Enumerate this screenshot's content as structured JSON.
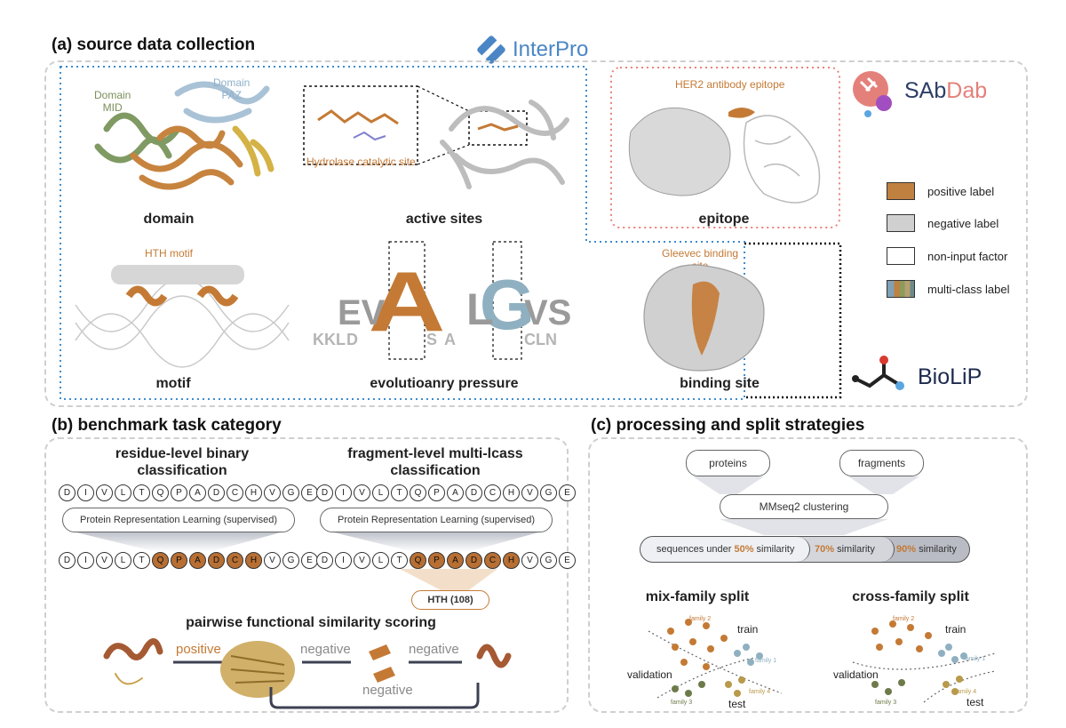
{
  "sections": {
    "a": "(a) source data collection",
    "b": "(b) benchmark task category",
    "c": "(c) processing and split strategies"
  },
  "logos": {
    "interpro": "InterPro",
    "sabdab_a": "SAb",
    "sabdab_b": "Dab",
    "biolip": "BioLiP"
  },
  "panel_a": {
    "domain": {
      "caption": "domain",
      "mid": "Domain\nMID",
      "paz": "Domain\nPAZ"
    },
    "active_sites": {
      "caption": "active sites",
      "label": "Hydrolase catalytic site"
    },
    "epitope": {
      "caption": "epitope",
      "label": "HER2 antibody epitope"
    },
    "motif": {
      "caption": "motif",
      "label": "HTH motif"
    },
    "evolution": {
      "caption": "evolutioanry pressure"
    },
    "binding": {
      "caption": "binding site",
      "label": "Gleevec binding\nsite"
    }
  },
  "legend": [
    {
      "label": "positive label",
      "color": "#c0803f"
    },
    {
      "label": "negative label",
      "color": "#d0d0d0"
    },
    {
      "label": "non-input factor",
      "color": "#ffffff"
    },
    {
      "label": "multi-class label",
      "color": "multi"
    }
  ],
  "panel_b": {
    "binary_title": "residue-level binary\nclassification",
    "multi_title": "fragment-level multi-lcass\nclassification",
    "sequence": [
      "D",
      "I",
      "V",
      "L",
      "T",
      "Q",
      "P",
      "A",
      "D",
      "C",
      "H",
      "V",
      "G",
      "E"
    ],
    "model_label": "Protein Representation Learning (supervised)",
    "hth_label": "HTH (108)",
    "pairwise_title": "pairwise functional similarity scoring",
    "positive": "positive",
    "negative": "negative"
  },
  "panel_c": {
    "proteins": "proteins",
    "fragments": "fragments",
    "clustering": "MMseq2 clustering",
    "sim_prefix": "sequences under ",
    "sim50": "50%",
    "sim70": "70%",
    "sim90": "90%",
    "similarity": " similarity",
    "mix_title": "mix-family split",
    "cross_title": "cross-family split",
    "train": "train",
    "validation": "validation",
    "test": "test",
    "family1": "family 1",
    "family2": "family 2",
    "family3": "family 3",
    "family4": "family 4"
  },
  "colors": {
    "orange": "#c47a35",
    "blue_dash": "#3f8ccf",
    "red_dash": "#e8837b",
    "black_dash": "#111111"
  }
}
